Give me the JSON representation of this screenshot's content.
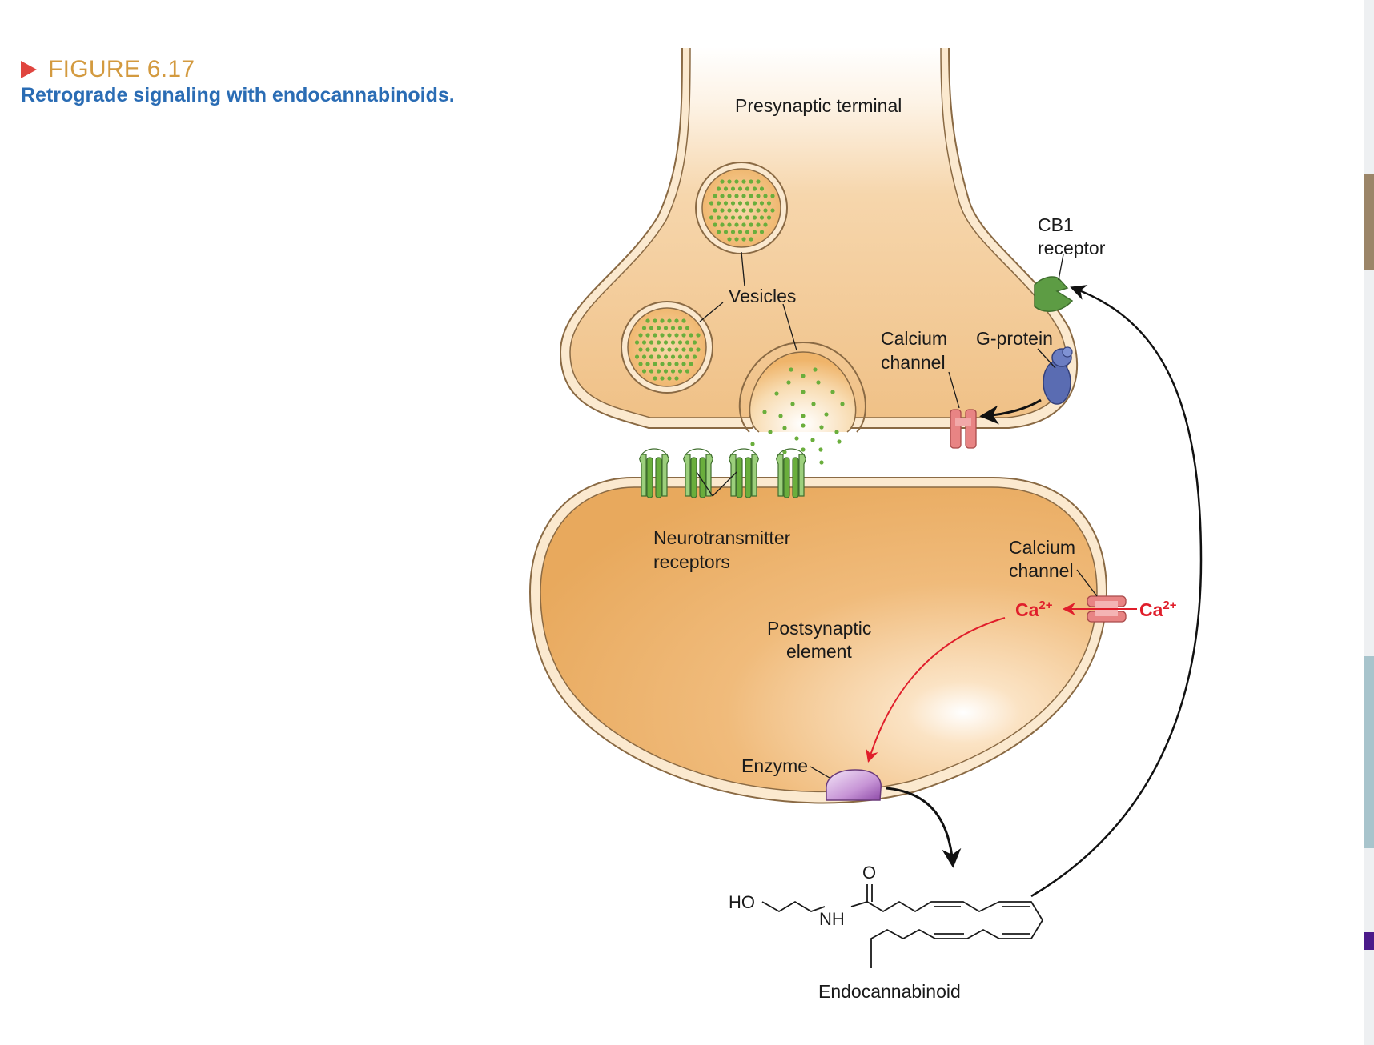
{
  "figure": {
    "number": "FIGURE 6.17",
    "title": "Retrograde signaling with endocannabinoids."
  },
  "labels": {
    "presynaptic_terminal": "Presynaptic terminal",
    "vesicles": "Vesicles",
    "cb1_line1": "CB1",
    "cb1_line2": "receptor",
    "pre_calcium_line1": "Calcium",
    "pre_calcium_line2": "channel",
    "g_protein": "G-protein",
    "nt_receptors_line1": "Neurotransmitter",
    "nt_receptors_line2": "receptors",
    "post_calcium_line1": "Calcium",
    "post_calcium_line2": "channel",
    "ca_inside": "Ca",
    "ca_outside": "Ca",
    "ca_charge": "2+",
    "postsynaptic_line1": "Postsynaptic",
    "postsynaptic_line2": "element",
    "enzyme": "Enzyme",
    "endocannabinoid": "Endocannabinoid"
  },
  "chemical": {
    "ho": "HO",
    "nh": "NH",
    "o": "O"
  },
  "colors": {
    "cell_fill": "#f1c489",
    "postsynaptic_fill": "#eaa95b",
    "membrane": "#fbe9cf",
    "outline": "#8a6a44",
    "vesicle_dot": "#6aae3c",
    "cb1_receptor": "#5d9c44",
    "g_protein": "#5a6cb2",
    "calcium_channel": "#e88484",
    "nt_receptor": "#9ccf7c",
    "enzyme": "#b77cc8",
    "calcium_arrow": "#e01e2b",
    "figure_number": "#d39a3f",
    "figure_title": "#2a6cb4",
    "figure_arrow": "#e0453f"
  }
}
